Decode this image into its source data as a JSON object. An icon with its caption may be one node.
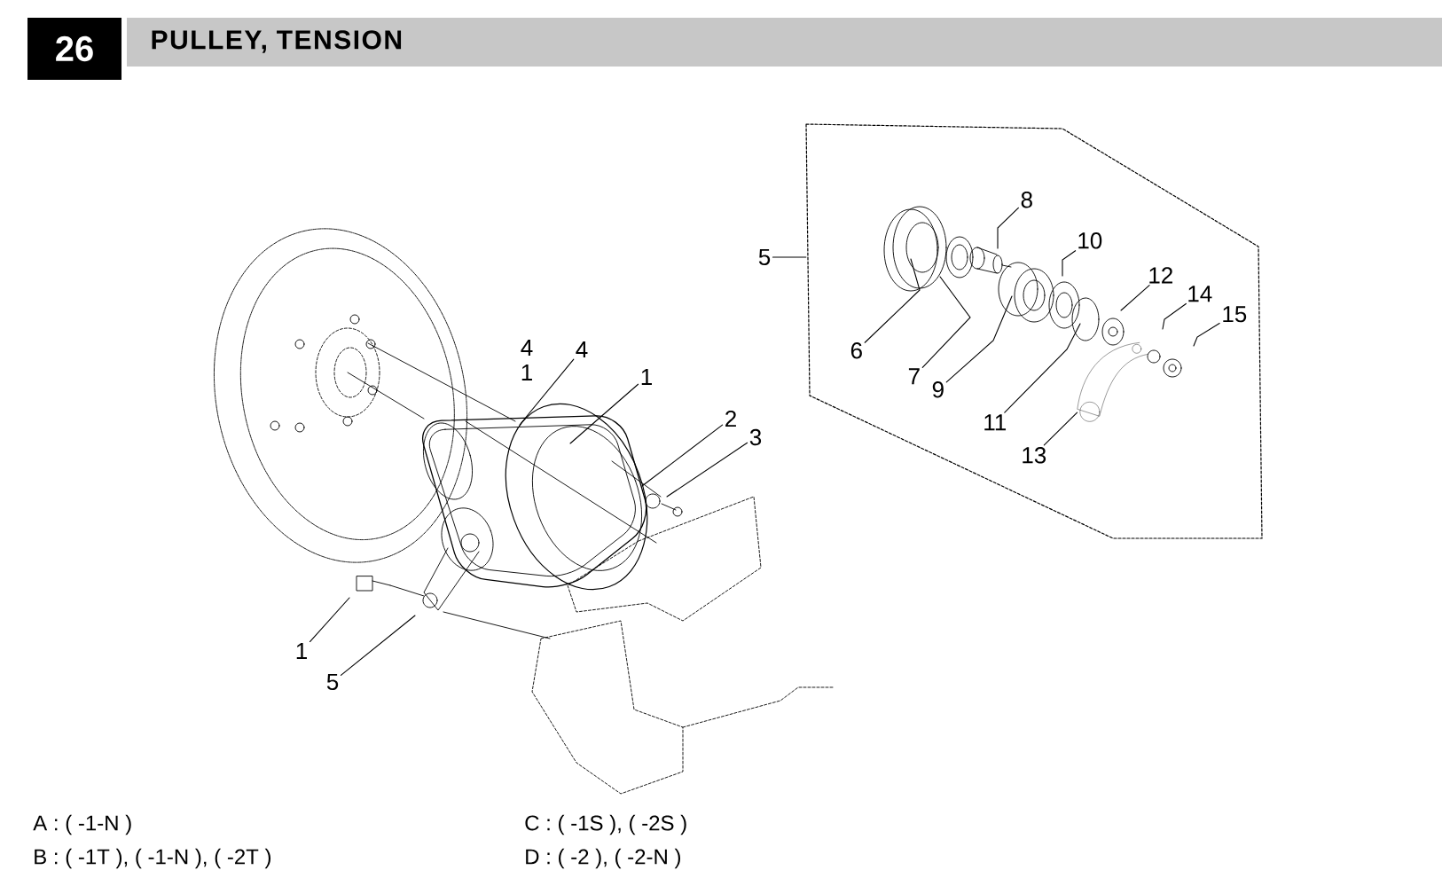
{
  "diagram": {
    "title": "PULLEY, TENSION",
    "nodes": [
      {
        "text": [
          "4"
        ]
      },
      {
        "text": [
          "1"
        ]
      },
      {
        "text": [
          "2"
        ]
      },
      {
        "text": [
          "3"
        ]
      },
      {
        "text": [
          "1"
        ]
      },
      {
        "text": [
          "5"
        ]
      },
      {
        "text": [],
        "shape": "box"
      },
      {
        "text": [
          "5"
        ]
      },
      {
        "text": [
          "6"
        ],
        "in": 6
      },
      {
        "text": [
          "7"
        ],
        "in": 6
      },
      {
        "text": [
          "8"
        ],
        "in": 6
      },
      {
        "text": [
          "9"
        ],
        "in": 6
      },
      {
        "text": [
          "10"
        ],
        "in": 6
      },
      {
        "text": [
          "11"
        ],
        "in": 6
      },
      {
        "text": [
          "12"
        ],
        "in": 6
      },
      {
        "text": [
          "13"
        ],
        "in": 6
      },
      {
        "text": [
          "14"
        ],
        "in": 6
      },
      {
        "text": [
          "15"
        ],
        "in": 6
      },
      {
        "text": [],
        "shape": "bar",
        "in": 6
      }
    ],
    "edges": [
      {
        "from": 0,
        "to": null,
        "arrow": "none"
      },
      {
        "from": 1,
        "to": null,
        "arrow": "none"
      },
      {
        "from": 2,
        "to": null,
        "arrow": "none"
      },
      {
        "from": 3,
        "to": null,
        "arrow": "none"
      },
      {
        "from": 4,
        "to": null,
        "arrow": "none"
      },
      {
        "from": 5,
        "to": null,
        "arrow": "none"
      },
      {
        "from": 7,
        "to": 6,
        "arrow": "none"
      },
      {
        "from": 8,
        "to": null,
        "arrow": "none"
      },
      {
        "from": 9,
        "to": null,
        "arrow": "none"
      },
      {
        "from": 10,
        "to": null,
        "arrow": "none"
      },
      {
        "from": 11,
        "to": null,
        "arrow": "none"
      },
      {
        "from": 12,
        "to": null,
        "arrow": "none"
      },
      {
        "from": 13,
        "to": null,
        "arrow": "none"
      },
      {
        "from": 14,
        "to": null,
        "arrow": "none"
      },
      {
        "from": 15,
        "to": 18,
        "arrow": "none"
      },
      {
        "from": 16,
        "to": null,
        "arrow": "none"
      },
      {
        "from": 17,
        "to": null,
        "arrow": "none"
      }
    ],
    "labels": [
      "26",
      "4",
      "1",
      "A : ( -1-N )",
      "C : ( -1S ), ( -2S )",
      "B : ( -1T ), ( -1-N ), ( -2T )",
      "D : ( -2 ), ( -2-N )"
    ]
  }
}
